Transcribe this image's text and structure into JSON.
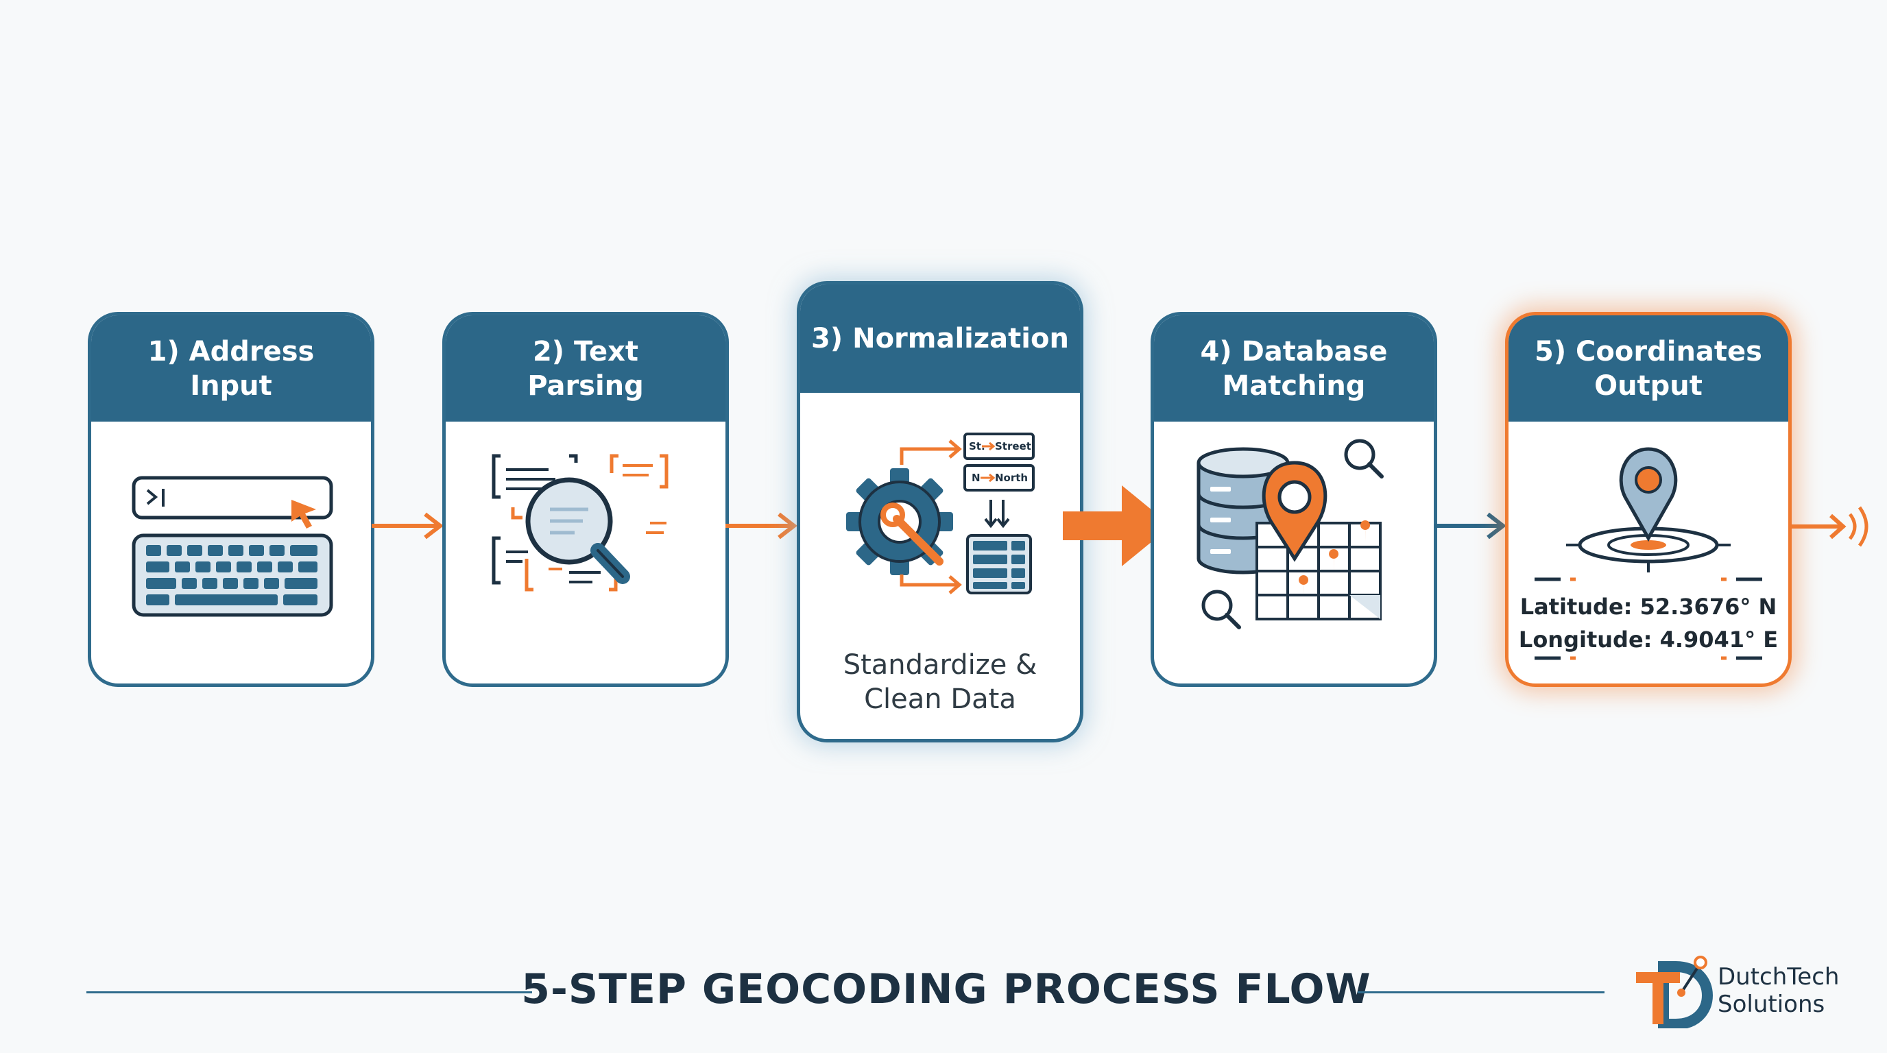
{
  "colors": {
    "primary": "#2c6788",
    "accent": "#ef7a30",
    "text": "#1d3142",
    "background": "#f7f9fa"
  },
  "steps": [
    {
      "title": "1) Address\nInput",
      "icon": "keyboard-icon"
    },
    {
      "title": "2) Text\nParsing",
      "icon": "magnifier-icon"
    },
    {
      "title": "3) Normalization",
      "icon": "gear-icon",
      "caption": "Standardize &\nClean Data",
      "mini_labels": [
        {
          "from": "St.",
          "to": "Street"
        },
        {
          "from": "N",
          "to": "North"
        }
      ]
    },
    {
      "title": "4) Database\nMatching",
      "icon": "database-icon"
    },
    {
      "title": "5) Coordinates\nOutput",
      "icon": "location-pin-icon",
      "latitude": "Latitude: 52.3676° N",
      "longitude": "Longitude: 4.9041° E"
    }
  ],
  "footer": {
    "title": "5-STEP GEOCODING PROCESS FLOW"
  },
  "brand": {
    "name": "DutchTech\nSolutions"
  }
}
